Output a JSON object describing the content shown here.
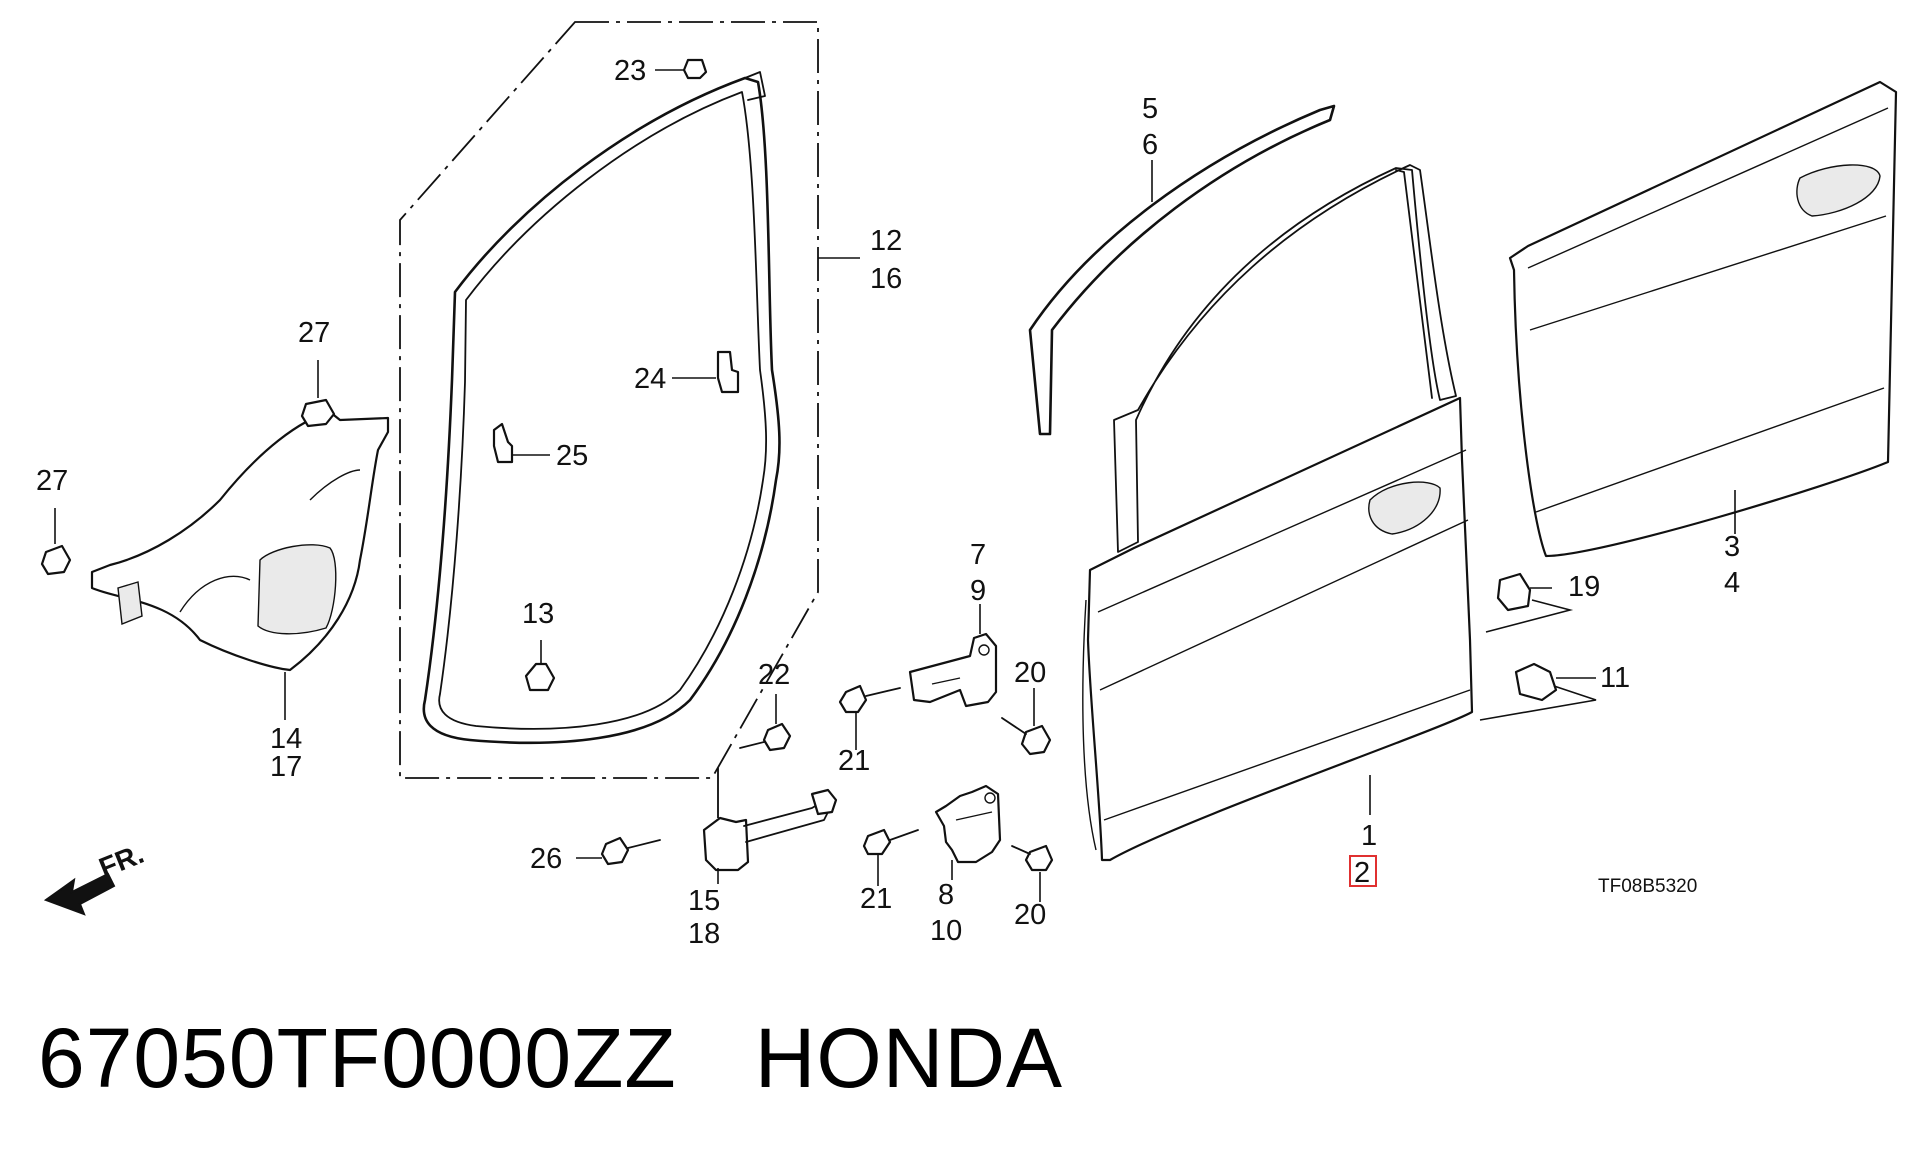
{
  "callouts": {
    "c1": "1",
    "c2": "2",
    "c3": "3",
    "c4": "4",
    "c5": "5",
    "c6": "6",
    "c7": "7",
    "c8": "8",
    "c9": "9",
    "c10": "10",
    "c11": "11",
    "c12": "12",
    "c13": "13",
    "c14": "14",
    "c15": "15",
    "c16": "16",
    "c17": "17",
    "c18": "18",
    "c19": "19",
    "c20a": "20",
    "c20b": "20",
    "c21a": "21",
    "c21b": "21",
    "c22": "22",
    "c23": "23",
    "c24": "24",
    "c25": "25",
    "c26": "26",
    "c27a": "27",
    "c27b": "27"
  },
  "front_marker": "FR.",
  "drawing_code": "TF08B5320",
  "footer": {
    "part_number": "67050TF0000ZZ",
    "brand": "HONDA"
  },
  "highlight_color": "#e03030"
}
